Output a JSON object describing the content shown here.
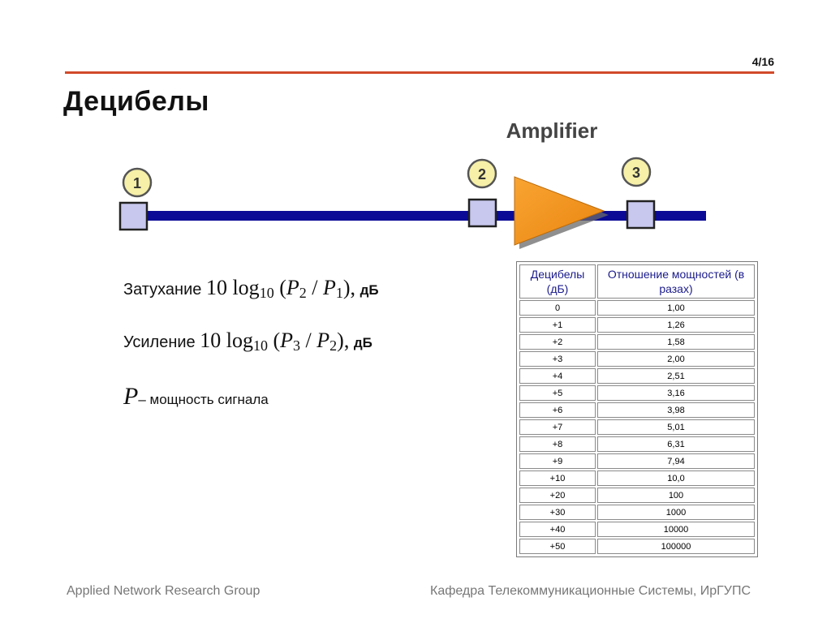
{
  "header": {
    "page_number": "4/16",
    "title": "Децибелы"
  },
  "diagram": {
    "label": "Amplifier",
    "points": [
      "1",
      "2",
      "3"
    ],
    "colors": {
      "line": "#0a0a96",
      "amplifier": "#f7931e",
      "node_fill": "#c8c8ee",
      "badge": "#f6f0a8"
    }
  },
  "formulas": {
    "attenuation": {
      "label": "Затухание",
      "lead": "10 log",
      "base": "10",
      "open": " (",
      "num": "P",
      "num_sub": "2",
      "slash": " / ",
      "den": "P",
      "den_sub": "1",
      "close": "),",
      "unit": "дБ"
    },
    "gain": {
      "label": "Усиление",
      "lead": "10 log",
      "base": "10",
      "open": " (",
      "num": "P",
      "num_sub": "3",
      "slash": " / ",
      "den": "P",
      "den_sub": "2",
      "close": "),",
      "unit": "дБ"
    },
    "power_def": {
      "var": "P",
      "text": "– мощность сигнала"
    }
  },
  "table": {
    "headers": [
      "Децибелы (дБ)",
      "Отношение мощностей (в разах)"
    ],
    "rows": [
      [
        "0",
        "1,00"
      ],
      [
        "+1",
        "1,26"
      ],
      [
        "+2",
        "1,58"
      ],
      [
        "+3",
        "2,00"
      ],
      [
        "+4",
        "2,51"
      ],
      [
        "+5",
        "3,16"
      ],
      [
        "+6",
        "3,98"
      ],
      [
        "+7",
        "5,01"
      ],
      [
        "+8",
        "6,31"
      ],
      [
        "+9",
        "7,94"
      ],
      [
        "+10",
        "10,0"
      ],
      [
        "+20",
        "100"
      ],
      [
        "+30",
        "1000"
      ],
      [
        "+40",
        "10000"
      ],
      [
        "+50",
        "100000"
      ]
    ]
  },
  "footer": {
    "left": "Applied Network Research Group",
    "right": "Кафедра Телекоммуникационные Системы, ИрГУПС"
  }
}
